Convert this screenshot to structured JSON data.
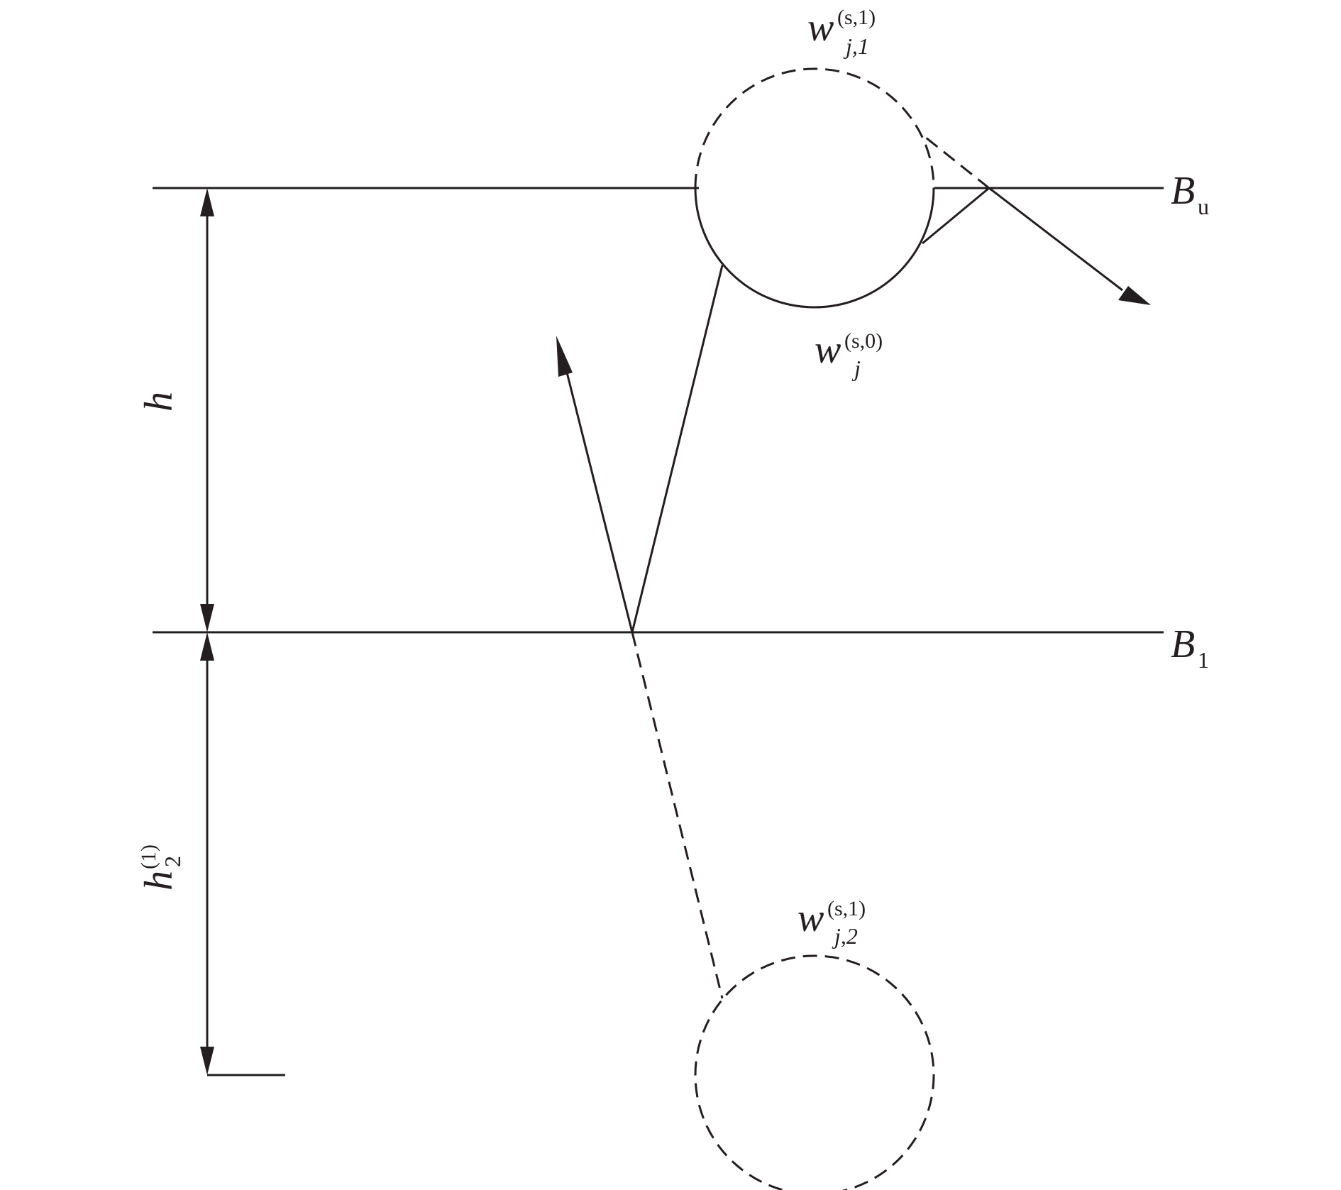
{
  "boundaries": {
    "upper": {
      "main": "B",
      "sub": "u"
    },
    "lower": {
      "main": "B",
      "sub": "1"
    }
  },
  "dimensions": {
    "h": {
      "main": "h"
    },
    "h2": {
      "main": "h",
      "sup": "(1)",
      "sub": "2"
    }
  },
  "sources": {
    "real": {
      "main": "w",
      "sup": "(s,0)",
      "sub": "j"
    },
    "image_upper": {
      "main": "w",
      "sup": "(s,1)",
      "sub": "j,1"
    },
    "image_lower": {
      "main": "w",
      "sup": "(s,1)",
      "sub": "j,2"
    }
  },
  "colors": {
    "ink": "#231f20",
    "background": "#ffffff"
  }
}
